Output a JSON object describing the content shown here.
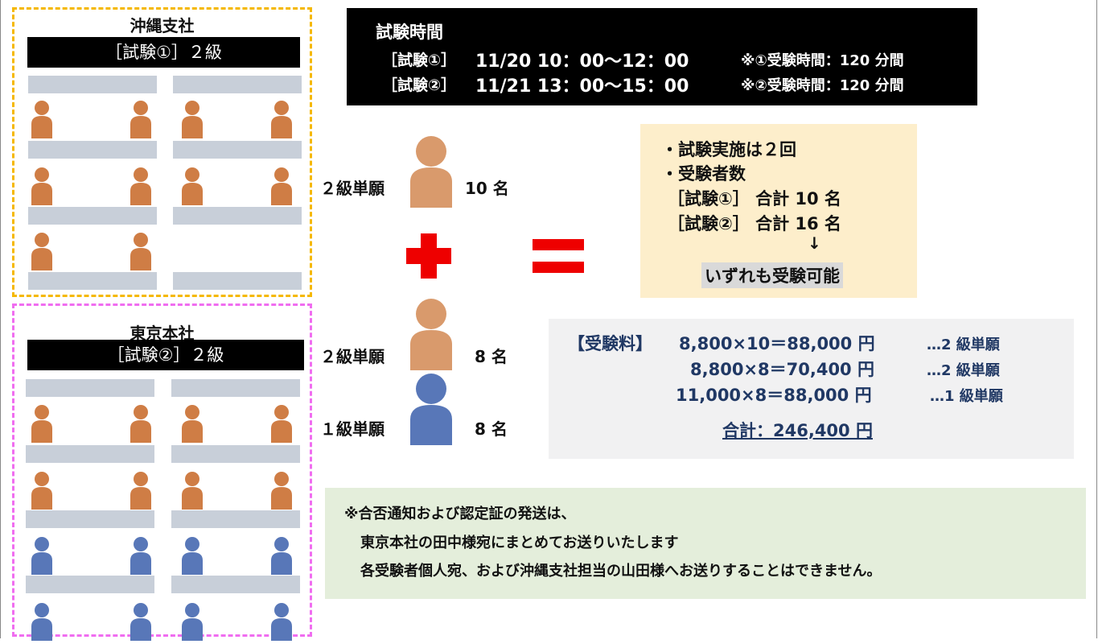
{
  "okinawa": {
    "title": "沖縄支社",
    "exam": "［試験①］２級",
    "border_color": "#f5b800",
    "people": [
      "orange",
      "orange",
      "orange",
      "orange",
      "orange",
      "orange",
      "orange",
      "orange",
      "orange",
      "orange"
    ]
  },
  "tokyo": {
    "title": "東京本社",
    "exam": "［試験②］２級",
    "border_color": "#f06df0",
    "people": [
      "orange",
      "orange",
      "orange",
      "orange",
      "orange",
      "orange",
      "orange",
      "orange",
      "blue",
      "blue",
      "blue",
      "blue",
      "blue",
      "blue",
      "blue",
      "blue"
    ]
  },
  "schedule": {
    "heading": "試験時間",
    "rows": [
      {
        "exam": "［試験①］",
        "time": "11/20 10：00～12：00",
        "note": "※①受験時間：120 分間"
      },
      {
        "exam": "［試験②］",
        "time": "11/21 13：00～15：00",
        "note": "※②受験時間：120 分間"
      }
    ]
  },
  "counts": [
    {
      "label": "２級単願",
      "value": "10 名",
      "color": "orange"
    },
    {
      "label": "２級単願",
      "value": "8 名",
      "color": "orange"
    },
    {
      "label": "１級単願",
      "value": "8 名",
      "color": "blue"
    }
  ],
  "colors": {
    "orange_person": "#cf7d45",
    "blue_person": "#5877b8",
    "large_orange_person": "#d99a6c",
    "red_symbol": "#ee0000",
    "desk": "#c8cfd9"
  },
  "summary": {
    "line1": "・試験実施は２回",
    "line2": "・受験者数",
    "line3": "［試験①］ 合計 10 名",
    "line4": "［試験②］ 合計 16 名",
    "arrow": "↓",
    "result": "いずれも受験可能"
  },
  "fees": {
    "label": "【受験料】",
    "rows": [
      {
        "calc": "8,800×10＝88,000 円",
        "note": "…2 級単願"
      },
      {
        "calc": "8,800×8＝70,400 円",
        "note": "…2 級単願"
      },
      {
        "calc": "11,000×8＝88,000 円",
        "note": "…1 級単願"
      }
    ],
    "total": "合計：246,400 円"
  },
  "notice": {
    "line1": "※合否通知および認定証の発送は、",
    "line2": "東京本社の田中様宛にまとめてお送りいたします",
    "line3": "各受験者個人宛、および沖縄支社担当の山田様へお送りすることはできません。"
  },
  "symbols": {
    "plus": "plus-icon",
    "equals": "equals-icon",
    "person": "person-icon"
  }
}
